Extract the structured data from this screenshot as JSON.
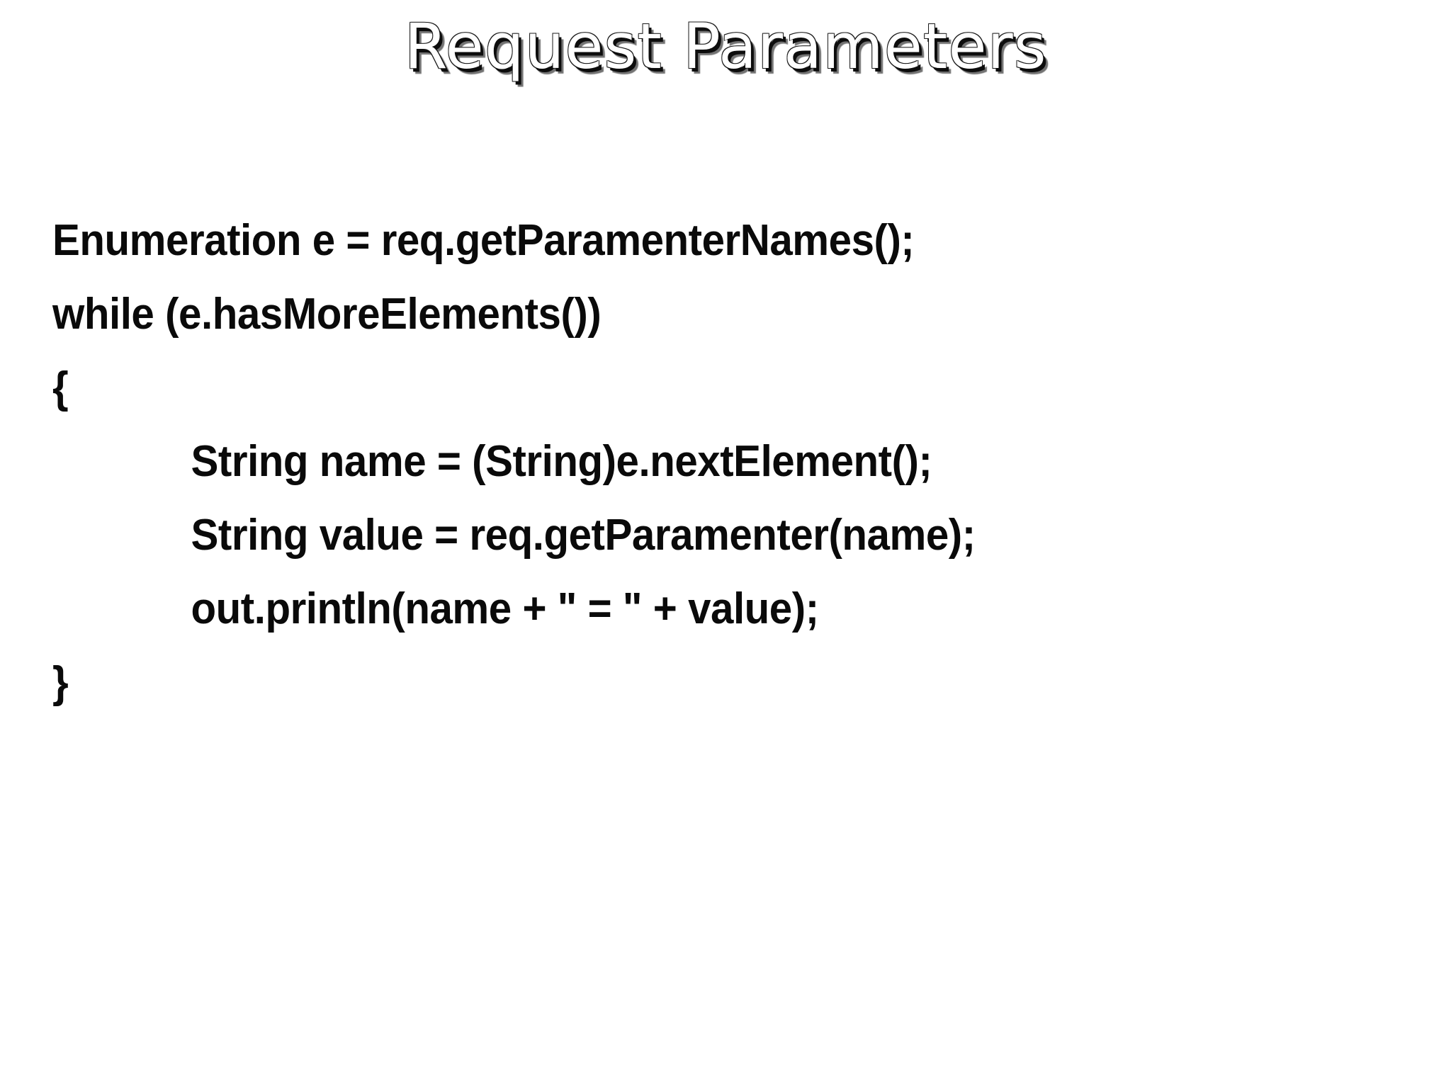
{
  "slide": {
    "background_color": "#ffffff",
    "text_color": "#0a0a0a",
    "title": "Request Parameters",
    "title_style": "white-fill-with-dark-drop-shadow",
    "code_lines": [
      {
        "indent": 0,
        "text": "Enumeration e = req.getParamenterNames();"
      },
      {
        "indent": 0,
        "text": "while (e.hasMoreElements())"
      },
      {
        "indent": 0,
        "text": "{"
      },
      {
        "indent": 1,
        "text": "String name = (String)e.nextElement();"
      },
      {
        "indent": 1,
        "text": "String value = req.getParamenter(name);"
      },
      {
        "indent": 1,
        "text": "out.println(name + \" = \" + value);"
      },
      {
        "indent": 0,
        "text": "}"
      }
    ]
  }
}
